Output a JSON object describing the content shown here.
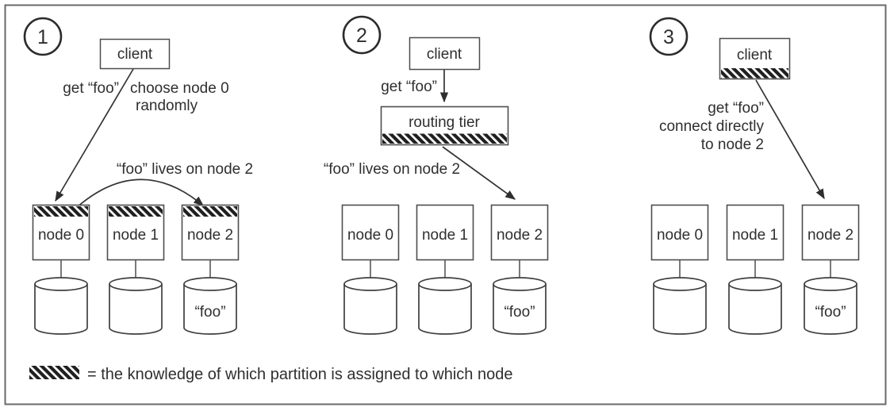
{
  "figure": {
    "description_colors": {
      "line": "#333333",
      "hatch": "#1f1f1f",
      "border": "#6a6a6a",
      "background": "#ffffff"
    }
  },
  "panel1": {
    "number": "1",
    "client_label": "client",
    "request_label": "get “foo”",
    "note_line1": "choose node 0",
    "note_line2": "randomly",
    "forward_label": "“foo” lives on node 2",
    "nodes": [
      "node 0",
      "node 1",
      "node 2"
    ],
    "data_label": "“foo”"
  },
  "panel2": {
    "number": "2",
    "client_label": "client",
    "request_label": "get “foo”",
    "router_label": "routing tier",
    "route_label": "“foo” lives on node 2",
    "nodes": [
      "node 0",
      "node 1",
      "node 2"
    ],
    "data_label": "“foo”"
  },
  "panel3": {
    "number": "3",
    "client_label": "client",
    "note_line1": "get “foo”",
    "note_line2": "connect directly",
    "note_line3": "to node 2",
    "nodes": [
      "node 0",
      "node 1",
      "node 2"
    ],
    "data_label": "“foo”"
  },
  "legend": {
    "text": "= the knowledge of which partition is assigned to which node"
  }
}
